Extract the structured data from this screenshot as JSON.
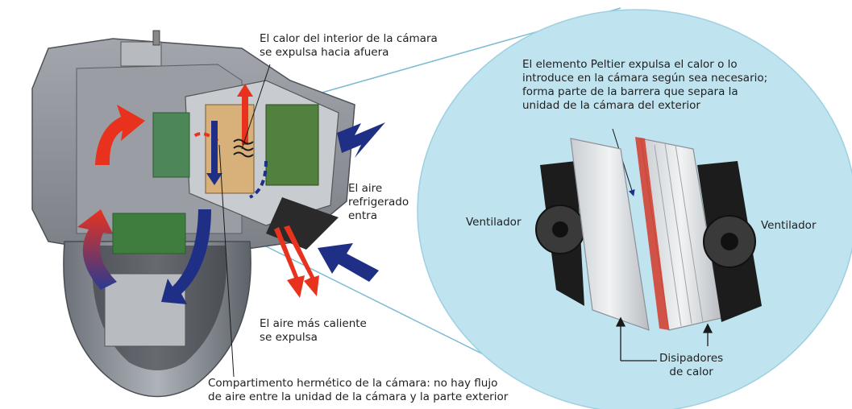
{
  "colors": {
    "callout_fill": "#bfe3ef",
    "warm_arrow": "#e8321e",
    "cool_arrow": "#1f2f86",
    "housing": "#8b8f96",
    "dome": "#7b8087",
    "heatsink": "#d6dadd",
    "fan": "#1c1c1c"
  },
  "labels": {
    "heat_expelled": "El calor del interior de la cámara\nse expulsa hacia afuera",
    "peltier": "El elemento Peltier expulsa el calor o lo\nintroduce en la cámara según sea necesario;\nforma parte de la barrera que separa la\nunidad de la cámara del exterior",
    "cool_air_enters": "El aire\nrefrigerado\nentra",
    "hot_air_expelled": "El aire más caliente\nse expulsa",
    "sealed_compartment": "Compartimento hermético de la cámara: no hay flujo\nde aire entre la unidad de la cámara y la parte exterior",
    "fan_left": "Ventilador",
    "fan_right": "Ventilador",
    "heat_sinks": "Disipadores\nde calor"
  },
  "icons": [
    "warm-air-arrow-icon",
    "cool-air-arrow-icon",
    "heat-wave-icon",
    "fan-icon",
    "heatsink-icon"
  ]
}
